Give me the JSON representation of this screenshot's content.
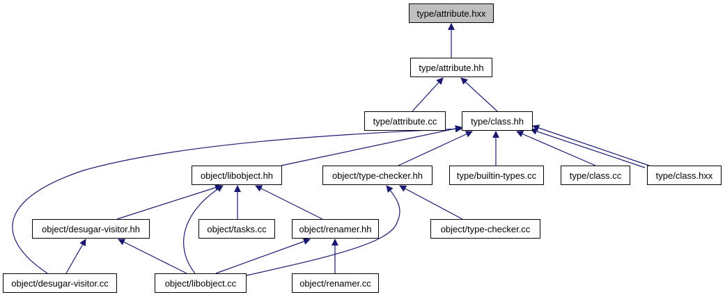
{
  "diagram": {
    "edge_color": "#191970",
    "root_fill": "#bfbfbf",
    "nodes": {
      "attribute_hxx": "type/attribute.hxx",
      "attribute_hh": "type/attribute.hh",
      "attribute_cc": "type/attribute.cc",
      "class_hh": "type/class.hh",
      "libobject_hh": "object/libobject.hh",
      "type_checker_hh": "object/type-checker.hh",
      "builtin_types_cc": "type/builtin-types.cc",
      "class_cc": "type/class.cc",
      "class_hxx": "type/class.hxx",
      "desugar_visitor_hh": "object/desugar-visitor.hh",
      "tasks_cc": "object/tasks.cc",
      "renamer_hh": "object/renamer.hh",
      "type_checker_cc": "object/type-checker.cc",
      "desugar_visitor_cc": "object/desugar-visitor.cc",
      "libobject_cc": "object/libobject.cc",
      "renamer_cc": "object/renamer.cc"
    },
    "edges": [
      {
        "from": "attribute_hh",
        "to": "attribute_hxx"
      },
      {
        "from": "attribute_cc",
        "to": "attribute_hh"
      },
      {
        "from": "class_hh",
        "to": "attribute_hh"
      },
      {
        "from": "libobject_hh",
        "to": "class_hh"
      },
      {
        "from": "type_checker_hh",
        "to": "class_hh"
      },
      {
        "from": "builtin_types_cc",
        "to": "class_hh"
      },
      {
        "from": "class_cc",
        "to": "class_hh"
      },
      {
        "from": "class_hxx",
        "to": "class_hh"
      },
      {
        "from": "desugar_visitor_cc",
        "to": "class_hh"
      },
      {
        "from": "desugar_visitor_hh",
        "to": "libobject_hh"
      },
      {
        "from": "tasks_cc",
        "to": "libobject_hh"
      },
      {
        "from": "renamer_hh",
        "to": "libobject_hh"
      },
      {
        "from": "libobject_cc",
        "to": "libobject_hh"
      },
      {
        "from": "type_checker_cc",
        "to": "type_checker_hh"
      },
      {
        "from": "libobject_cc",
        "to": "type_checker_hh"
      },
      {
        "from": "desugar_visitor_cc",
        "to": "desugar_visitor_hh"
      },
      {
        "from": "libobject_cc",
        "to": "desugar_visitor_hh"
      },
      {
        "from": "libobject_cc",
        "to": "renamer_hh"
      },
      {
        "from": "renamer_cc",
        "to": "renamer_hh"
      }
    ]
  }
}
